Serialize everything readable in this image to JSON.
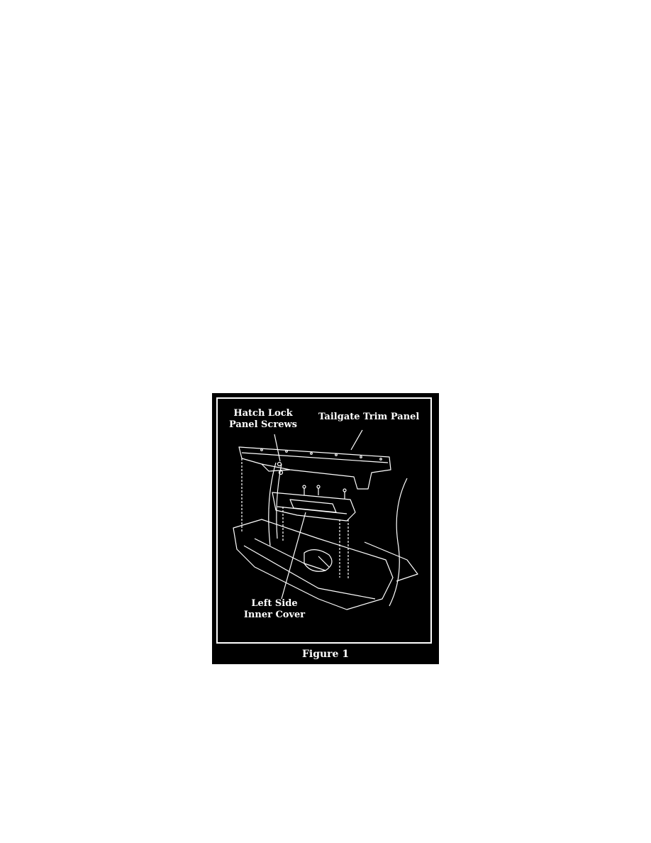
{
  "figure": {
    "callouts": {
      "hatch_lock_line1": "Hatch Lock",
      "hatch_lock_line2": "Panel Screws",
      "tailgate_trim": "Tailgate Trim Panel",
      "left_side_line1": "Left Side",
      "left_side_line2": "Inner Cover"
    },
    "caption": "Figure 1"
  }
}
